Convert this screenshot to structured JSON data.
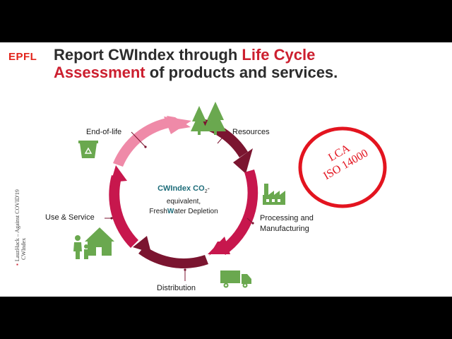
{
  "logo": "EPFL",
  "title": {
    "part1": "Report CWIndex through ",
    "highlight1": "Life Cycle",
    "highlight2": "Assessment",
    "part2": " of products and services."
  },
  "side_note": {
    "line1": "LauzHack – Against COVID'19",
    "line2": "CWIndex"
  },
  "center": {
    "brand": "CWIndex C",
    "co2_o": "O",
    "co2_sub": "2",
    "dash": "-",
    "line2": "equivalent,",
    "fresh": "Fresh",
    "w": "W",
    "ater": "ater Depletion"
  },
  "stages": {
    "resources": "Resources",
    "processing_line1": "Processing and",
    "processing_line2": "Manufacturing",
    "distribution": "Distribution",
    "use": "Use & Service",
    "end": "End-of-life"
  },
  "stamp": {
    "line1": "LCA",
    "line2": "ISO 14000"
  },
  "colors": {
    "accent_red": "#cc1f2f",
    "dark_maroon": "#7b1530",
    "crimson": "#c7174d",
    "pink": "#ef8aa8",
    "icon_green": "#6aa84f",
    "teal": "#1e6d7a"
  }
}
